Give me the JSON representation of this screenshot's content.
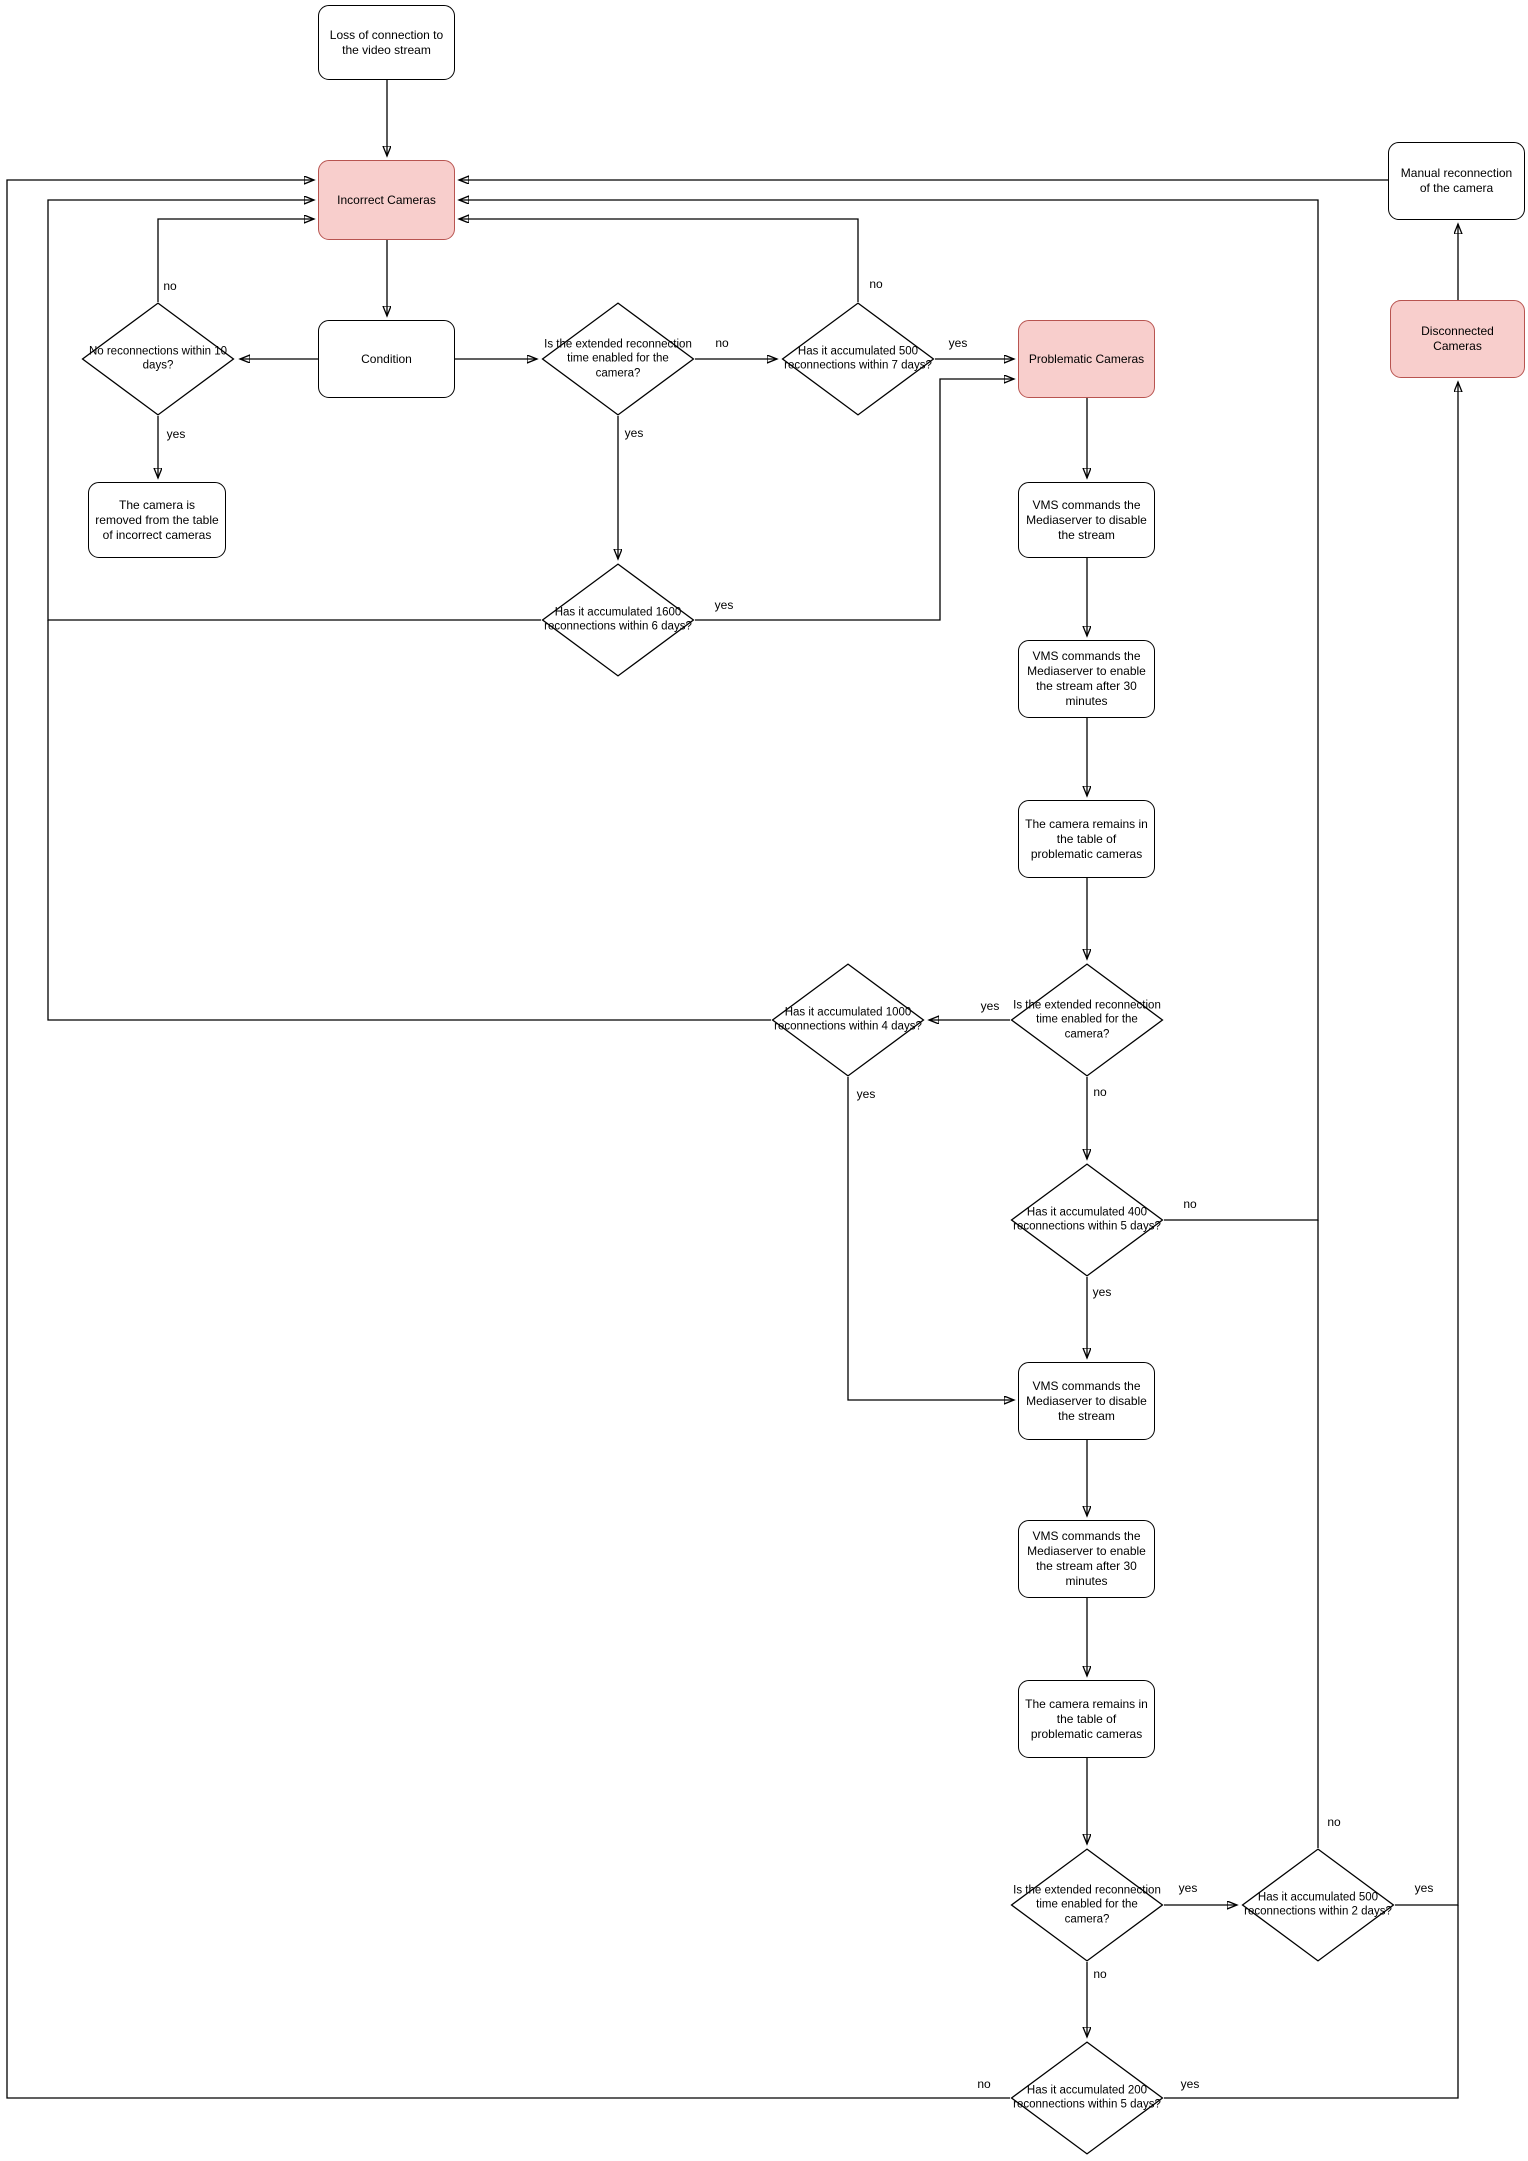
{
  "diagram": {
    "type": "flowchart",
    "background": "#ffffff",
    "colors": {
      "highlight_fill": "#f8cecc",
      "highlight_stroke": "#b85450",
      "node_fill": "#ffffff",
      "node_stroke": "#000000",
      "edge_color": "#000000",
      "text_color": "#000000"
    },
    "nodes": {
      "start": {
        "label": "Loss of connection to the video stream",
        "shape": "rounded-rect",
        "highlighted": false
      },
      "incorrect": {
        "label": "Incorrect Cameras",
        "shape": "rounded-rect",
        "highlighted": true
      },
      "condition": {
        "label": "Condition",
        "shape": "rounded-rect",
        "highlighted": false
      },
      "no_reconn": {
        "label": "No reconnections within 10 days?",
        "shape": "diamond"
      },
      "removed": {
        "label": "The camera is removed from the table of incorrect cameras",
        "shape": "rounded-rect",
        "highlighted": false
      },
      "ext1": {
        "label": "Is the extended reconnection time enabled for the camera?",
        "shape": "diamond"
      },
      "acc500_7d": {
        "label": "Has it accumulated 500 reconnections within 7 days?",
        "shape": "diamond"
      },
      "problematic": {
        "label": "Problematic Cameras",
        "shape": "rounded-rect",
        "highlighted": true
      },
      "acc1600": {
        "label": "Has it accumulated 1600 reconnections within 6 days?",
        "shape": "diamond"
      },
      "vms_disable_1": {
        "label": "VMS commands the Mediaserver to disable the stream",
        "shape": "rounded-rect",
        "highlighted": false
      },
      "vms_enable_1": {
        "label": "VMS commands the Mediaserver to enable the stream after 30 minutes",
        "shape": "rounded-rect",
        "highlighted": false
      },
      "remains_1": {
        "label": "The camera remains in the table of problematic cameras",
        "shape": "rounded-rect",
        "highlighted": false
      },
      "ext2": {
        "label": "Is the extended reconnection time enabled for the camera?",
        "shape": "diamond"
      },
      "acc1000": {
        "label": "Has it accumulated 1000 reconnections within 4 days?",
        "shape": "diamond"
      },
      "acc400": {
        "label": "Has it accumulated 400 reconnections within 5 days?",
        "shape": "diamond"
      },
      "vms_disable_2": {
        "label": "VMS commands the Mediaserver to disable the stream",
        "shape": "rounded-rect",
        "highlighted": false
      },
      "vms_enable_2": {
        "label": "VMS commands the Mediaserver to enable the stream after 30 minutes",
        "shape": "rounded-rect",
        "highlighted": false
      },
      "remains_2": {
        "label": "The camera remains in the table of problematic cameras",
        "shape": "rounded-rect",
        "highlighted": false
      },
      "ext3": {
        "label": "Is the extended reconnection time enabled for the camera?",
        "shape": "diamond"
      },
      "acc500_2d": {
        "label": "Has it accumulated 500 reconnections within 2 days?",
        "shape": "diamond"
      },
      "acc200": {
        "label": "Has it accumulated 200 reconnections within 5 days?",
        "shape": "diamond"
      },
      "manual": {
        "label": "Manual reconnection of the camera",
        "shape": "rounded-rect",
        "highlighted": false
      },
      "disconnected": {
        "label": "Disconnected Cameras",
        "shape": "rounded-rect",
        "highlighted": true
      }
    },
    "edges": {
      "start_to_incorrect": {
        "from": "start",
        "to": "incorrect",
        "label": ""
      },
      "incorrect_to_condition": {
        "from": "incorrect",
        "to": "condition",
        "label": ""
      },
      "condition_to_no_reconn": {
        "from": "condition",
        "to": "no_reconn",
        "label": ""
      },
      "condition_to_ext1": {
        "from": "condition",
        "to": "ext1",
        "label": ""
      },
      "no_reconn_yes": {
        "from": "no_reconn",
        "to": "removed",
        "label": "yes"
      },
      "no_reconn_no": {
        "from": "no_reconn",
        "to": "incorrect",
        "label": "no"
      },
      "ext1_no": {
        "from": "ext1",
        "to": "acc500_7d",
        "label": "no"
      },
      "ext1_yes": {
        "from": "ext1",
        "to": "acc1600",
        "label": "yes"
      },
      "acc500_7d_no": {
        "from": "acc500_7d",
        "to": "incorrect",
        "label": "no"
      },
      "acc500_7d_yes": {
        "from": "acc500_7d",
        "to": "problematic",
        "label": "yes"
      },
      "acc1600_yes": {
        "from": "acc1600",
        "to": "problematic",
        "label": "yes"
      },
      "acc1600_back": {
        "from": "acc1600",
        "to": "incorrect",
        "label": ""
      },
      "problematic_to_vms1": {
        "from": "problematic",
        "to": "vms_disable_1",
        "label": ""
      },
      "vms1_to_vms2": {
        "from": "vms_disable_1",
        "to": "vms_enable_1",
        "label": ""
      },
      "vms2_to_remains1": {
        "from": "vms_enable_1",
        "to": "remains_1",
        "label": ""
      },
      "remains1_to_ext2": {
        "from": "remains_1",
        "to": "ext2",
        "label": ""
      },
      "ext2_yes": {
        "from": "ext2",
        "to": "acc1000",
        "label": "yes"
      },
      "ext2_no": {
        "from": "ext2",
        "to": "acc400",
        "label": "no"
      },
      "acc1000_yes": {
        "from": "acc1000",
        "to": "vms_disable_2",
        "label": "yes"
      },
      "acc1000_back": {
        "from": "acc1000",
        "to": "incorrect",
        "label": ""
      },
      "acc400_yes": {
        "from": "acc400",
        "to": "vms_disable_2",
        "label": "yes"
      },
      "acc400_no": {
        "from": "acc400",
        "to": "incorrect",
        "label": "no"
      },
      "vms3_to_vms4": {
        "from": "vms_disable_2",
        "to": "vms_enable_2",
        "label": ""
      },
      "vms4_to_remains2": {
        "from": "vms_enable_2",
        "to": "remains_2",
        "label": ""
      },
      "remains2_to_ext3": {
        "from": "remains_2",
        "to": "ext3",
        "label": ""
      },
      "ext3_yes": {
        "from": "ext3",
        "to": "acc500_2d",
        "label": "yes"
      },
      "ext3_no": {
        "from": "ext3",
        "to": "acc200",
        "label": "no"
      },
      "acc500_2d_no": {
        "from": "acc500_2d",
        "to": "incorrect",
        "label": "no"
      },
      "acc500_2d_yes": {
        "from": "acc500_2d",
        "to": "disconnected",
        "label": "yes"
      },
      "acc200_yes": {
        "from": "acc200",
        "to": "disconnected",
        "label": "yes"
      },
      "acc200_no": {
        "from": "acc200",
        "to": "incorrect",
        "label": "no"
      },
      "disconnected_to_manual": {
        "from": "disconnected",
        "to": "manual",
        "label": ""
      },
      "manual_to_incorrect": {
        "from": "manual",
        "to": "incorrect",
        "label": ""
      }
    }
  }
}
